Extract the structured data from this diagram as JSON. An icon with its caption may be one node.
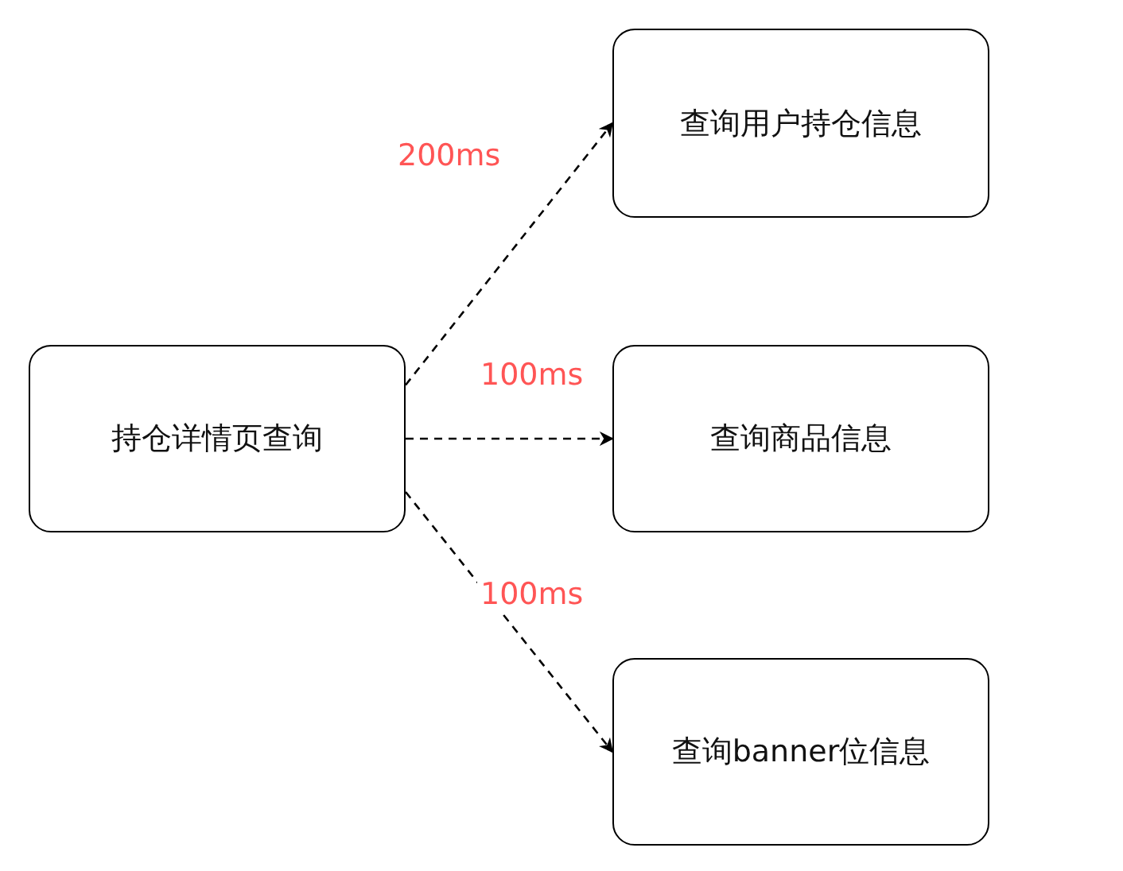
{
  "diagram": {
    "nodes": [
      {
        "text": [
          "持仓详情页查询"
        ]
      },
      {
        "text": [
          "查询用户持仓信息"
        ]
      },
      {
        "text": [
          "查询商品信息"
        ]
      },
      {
        "text": [
          "查询banner位信息"
        ]
      }
    ],
    "edges": [
      {
        "from": 0,
        "to": 1,
        "arrow": "to",
        "label": "200ms",
        "style": "dashed"
      },
      {
        "from": 0,
        "to": 2,
        "arrow": "to",
        "label": "100ms",
        "style": "dashed"
      },
      {
        "from": 0,
        "to": 3,
        "arrow": "to",
        "label": "100ms",
        "style": "dashed"
      }
    ]
  }
}
